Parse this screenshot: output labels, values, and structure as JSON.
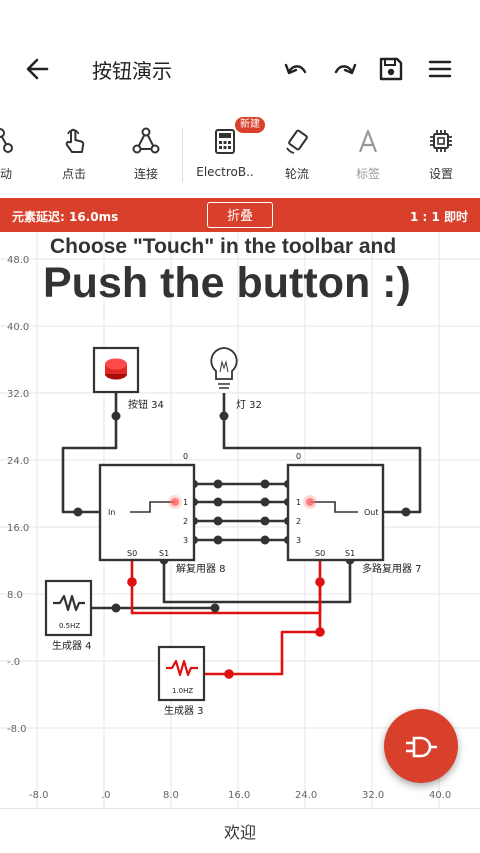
{
  "appbar": {
    "title": "按钮演示",
    "back_icon": "arrow-left-icon",
    "actions": [
      "undo-icon",
      "redo-icon",
      "save-icon",
      "menu-icon"
    ]
  },
  "toolbar": {
    "items": [
      {
        "label": "拖动",
        "icon": "drag-icon"
      },
      {
        "label": "点击",
        "icon": "touch-icon"
      },
      {
        "label": "连接",
        "icon": "connect-icon"
      },
      {
        "label": "ElectroB..",
        "icon": "calculator-icon",
        "badge": "新建"
      },
      {
        "label": "轮流",
        "icon": "rotate-icon"
      },
      {
        "label": "标签",
        "icon": "label-icon"
      },
      {
        "label": "设置",
        "icon": "chip-icon"
      }
    ]
  },
  "status": {
    "delay": "元素延迟: 16.0ms",
    "collapse": "折叠",
    "speed": "1 : 1 即时"
  },
  "canvas": {
    "heading_small": "Choose \"Touch\" in the toolbar and",
    "heading_large": "Push the button :)",
    "y_ticks": [
      "48.0",
      "40.0",
      "32.0",
      "24.0",
      "16.0",
      "8.0",
      "-.0",
      "-8.0"
    ],
    "x_ticks": [
      "-8.0",
      ".0",
      "8.0",
      "16.0",
      "24.0",
      "32.0",
      "40.0"
    ],
    "components": {
      "button": "按钮 34",
      "lamp": "灯 32",
      "demux": {
        "name": "解复用器 8",
        "input": "In",
        "outputs": [
          "0",
          "1",
          "2",
          "3"
        ],
        "selects": [
          "S0",
          "S1"
        ]
      },
      "mux": {
        "name": "多路复用器 7",
        "inputs": [
          "0",
          "1",
          "2",
          "3"
        ],
        "output": "Out",
        "selects": [
          "S0",
          "S1"
        ]
      },
      "gen4": {
        "name": "生成器 4",
        "freq": "0.5HZ"
      },
      "gen3": {
        "name": "生成器 3",
        "freq": "1.0HZ"
      }
    }
  },
  "bottom": {
    "label": "欢迎"
  },
  "fab": {
    "icon": "logic-gate-icon"
  },
  "colors": {
    "accent": "#d9402c",
    "wire": "#333333",
    "active_wire": "#e01010",
    "grid": "#e6e6e6"
  }
}
